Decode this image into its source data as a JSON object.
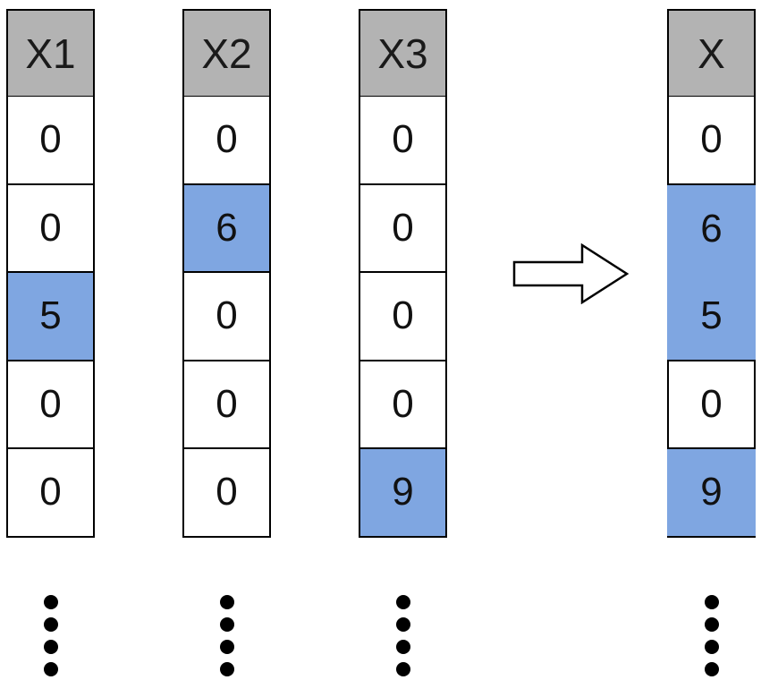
{
  "vectors": [
    {
      "id": "x1",
      "label": "X1",
      "values": [
        "0",
        "0",
        "5",
        "0",
        "0"
      ],
      "highlighted": [
        false,
        false,
        true,
        false,
        false
      ]
    },
    {
      "id": "x2",
      "label": "X2",
      "values": [
        "0",
        "6",
        "0",
        "0",
        "0"
      ],
      "highlighted": [
        false,
        true,
        false,
        false,
        false
      ]
    },
    {
      "id": "x3",
      "label": "X3",
      "values": [
        "0",
        "0",
        "0",
        "0",
        "9"
      ],
      "highlighted": [
        false,
        false,
        false,
        false,
        true
      ]
    },
    {
      "id": "x",
      "label": "X",
      "values": [
        "0",
        "6",
        "5",
        "0",
        "9"
      ],
      "highlighted": [
        false,
        true,
        true,
        false,
        true
      ]
    }
  ],
  "colors": {
    "header": "#b3b3b3",
    "highlight": "#7fa6e1",
    "cell": "#ffffff",
    "border": "#000000"
  },
  "arrow_icon": "right-arrow-icon",
  "ellipsis_icon": "vertical-ellipsis-icon"
}
